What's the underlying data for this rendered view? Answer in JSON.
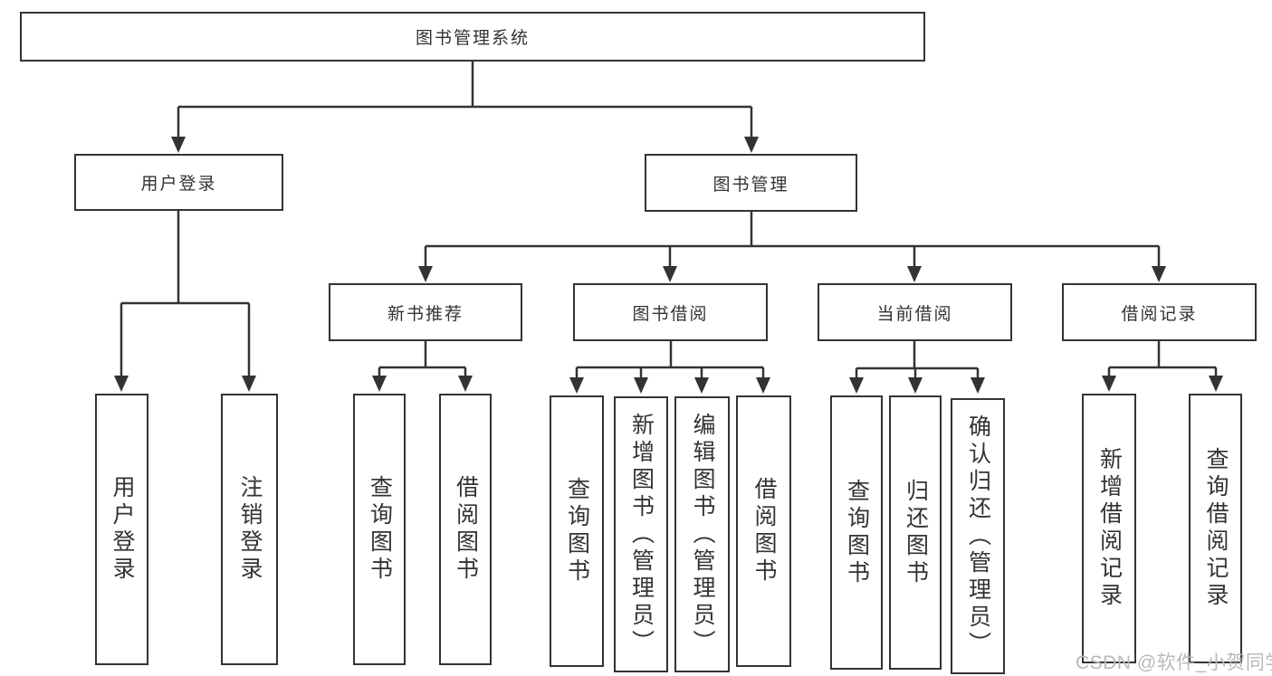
{
  "diagram": {
    "root": {
      "label": "图书管理系统"
    },
    "branches": [
      {
        "label": "用户登录",
        "children": [
          {
            "label": "用户登录"
          },
          {
            "label": "注销登录"
          }
        ]
      },
      {
        "label": "图书管理",
        "children": [
          {
            "label": "新书推荐",
            "children": [
              {
                "label": "查询图书"
              },
              {
                "label": "借阅图书"
              }
            ]
          },
          {
            "label": "图书借阅",
            "children": [
              {
                "label": "查询图书"
              },
              {
                "label": "新增图书（管理员）"
              },
              {
                "label": "编辑图书（管理员）"
              },
              {
                "label": "借阅图书"
              }
            ]
          },
          {
            "label": "当前借阅",
            "children": [
              {
                "label": "查询图书"
              },
              {
                "label": "归还图书"
              },
              {
                "label": "确认归还（管理员）"
              }
            ]
          },
          {
            "label": "借阅记录",
            "children": [
              {
                "label": "新增借阅记录"
              },
              {
                "label": "查询借阅记录"
              }
            ]
          }
        ]
      }
    ]
  },
  "watermark": {
    "text": "CSDN @软件_小贺同学"
  },
  "colors": {
    "line": "#333333",
    "text": "#333333",
    "background": "#ffffff",
    "watermark": "#b9b9b9"
  }
}
